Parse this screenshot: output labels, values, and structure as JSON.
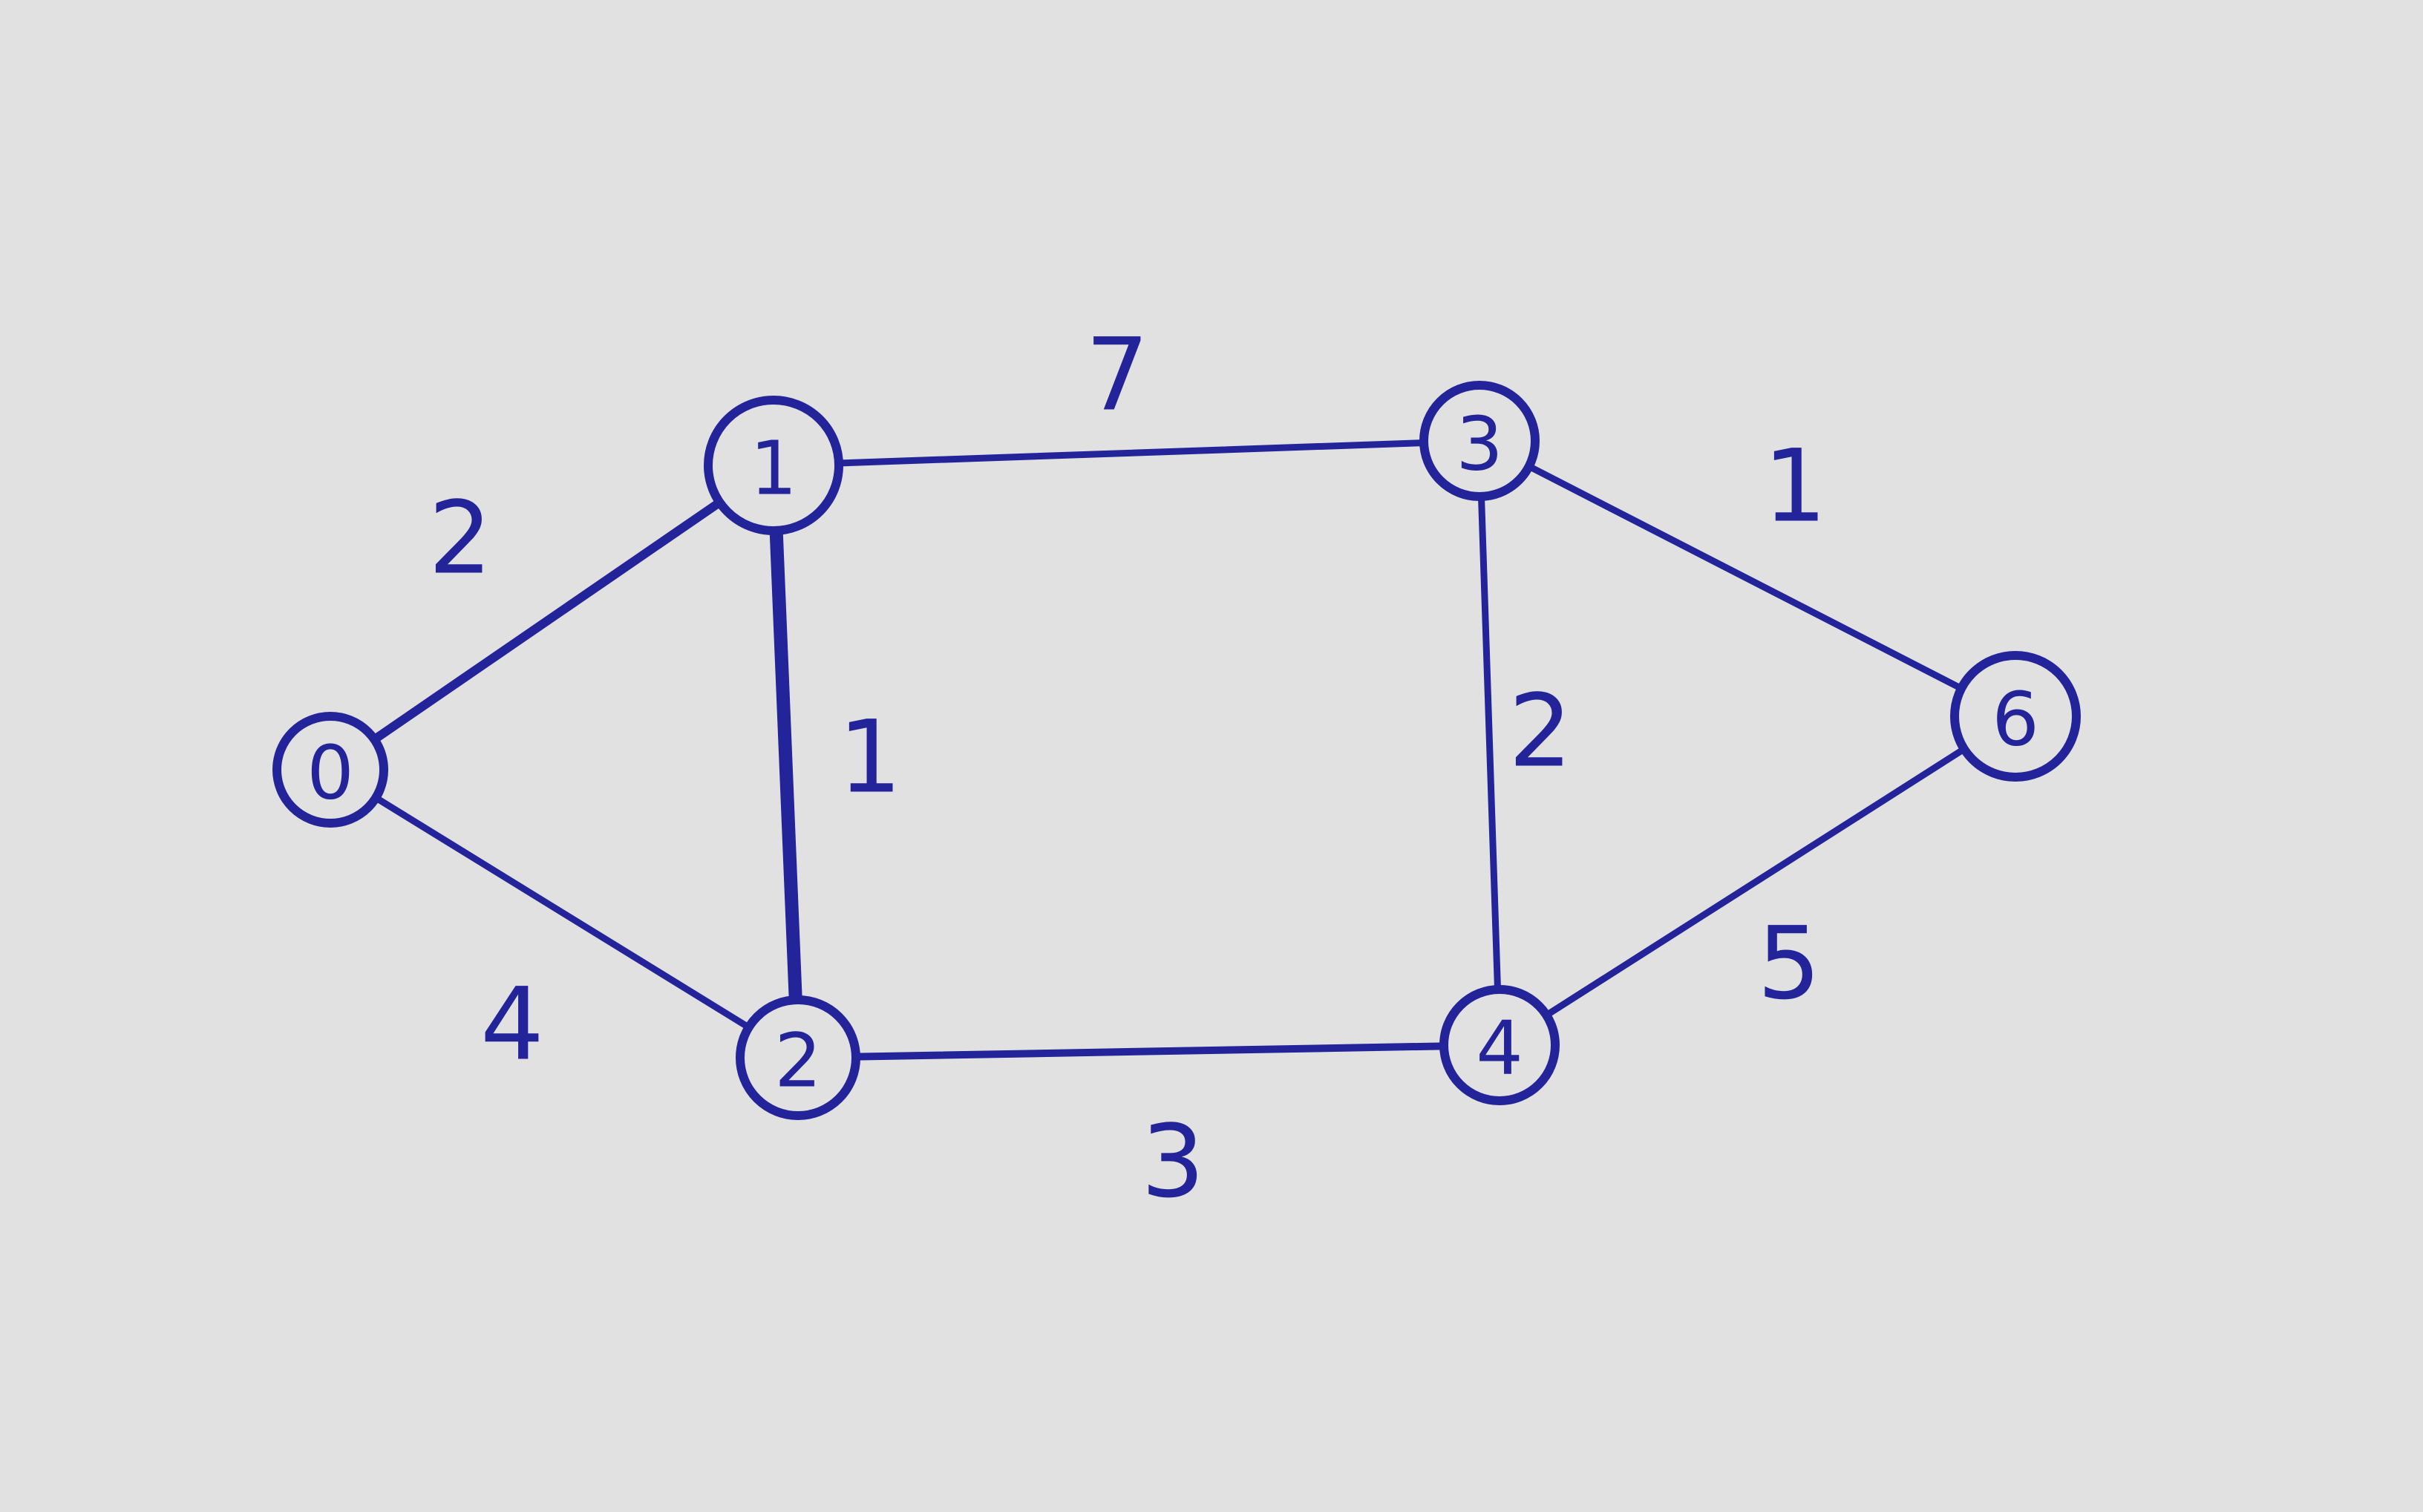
{
  "colors": {
    "background": "#e1e1e1",
    "ink": "#23239a"
  },
  "nodes": [
    {
      "id": "0",
      "label": "0"
    },
    {
      "id": "1",
      "label": "1"
    },
    {
      "id": "2",
      "label": "2"
    },
    {
      "id": "3",
      "label": "3"
    },
    {
      "id": "4",
      "label": "4"
    },
    {
      "id": "6",
      "label": "6"
    }
  ],
  "edges": [
    {
      "from": "0",
      "to": "1",
      "weight": "2"
    },
    {
      "from": "0",
      "to": "2",
      "weight": "4"
    },
    {
      "from": "1",
      "to": "2",
      "weight": "1"
    },
    {
      "from": "1",
      "to": "3",
      "weight": "7"
    },
    {
      "from": "2",
      "to": "4",
      "weight": "3"
    },
    {
      "from": "3",
      "to": "4",
      "weight": "2"
    },
    {
      "from": "3",
      "to": "6",
      "weight": "1"
    },
    {
      "from": "4",
      "to": "6",
      "weight": "5"
    }
  ]
}
